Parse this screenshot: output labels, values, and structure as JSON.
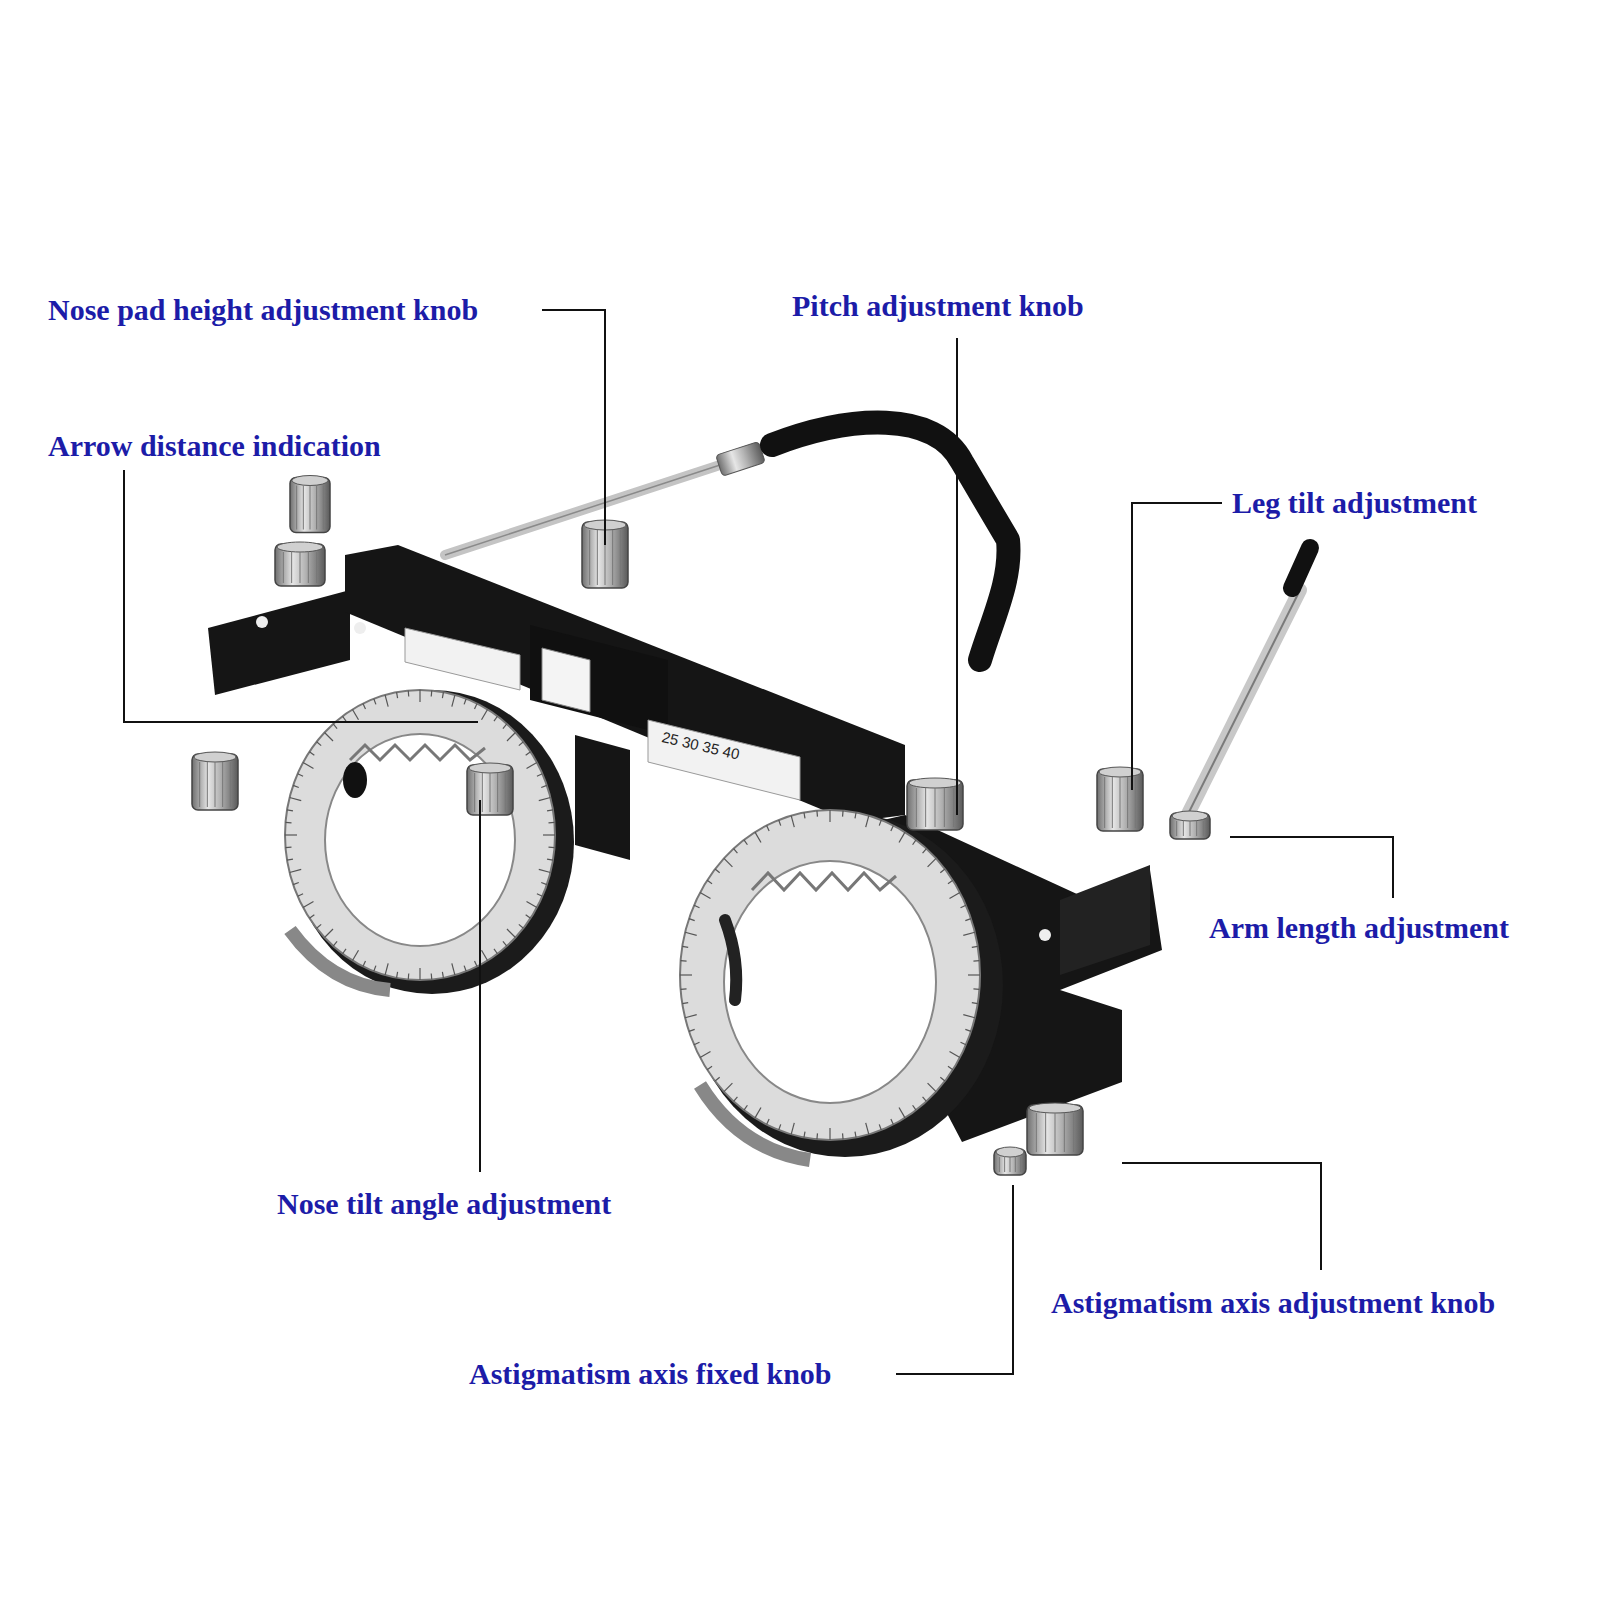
{
  "diagram": {
    "labels": [
      "Nose pad height adjustment knob",
      "Arrow distance indication",
      "Pitch adjustment knob",
      "Leg tilt adjustment",
      "Arm length adjustment",
      "Nose tilt angle adjustment",
      "Astigmatism axis adjustment knob",
      "Astigmatism axis fixed knob",
      "25 30 35 40"
    ]
  }
}
